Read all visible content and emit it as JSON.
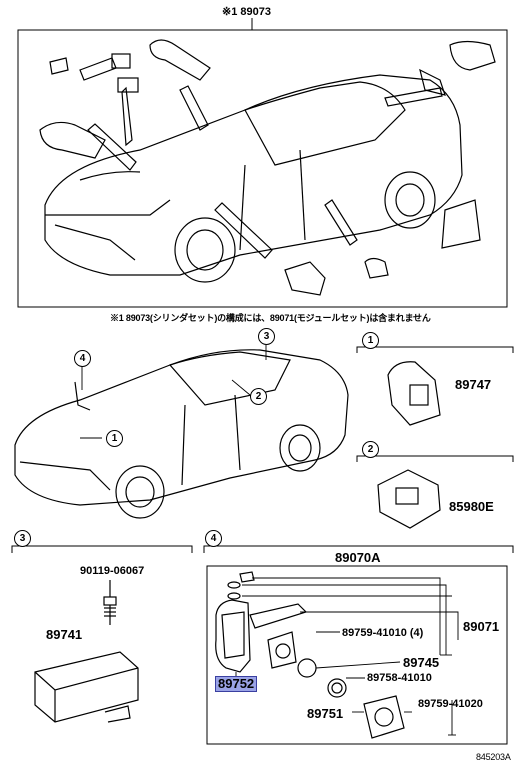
{
  "top_panel": {
    "header": "※1 89073",
    "note": "※1 89073(シリンダセット)の構成には、89071(モジュールセット)は含まれません"
  },
  "callouts": {
    "c1": "1",
    "c2": "2",
    "c3": "3",
    "c4": "4"
  },
  "parts": {
    "p89747": "89747",
    "p85980e": "85980E",
    "p89070a": "89070A",
    "p90119": "90119-06067",
    "p89741": "89741",
    "p89071": "89071",
    "p89759a": "89759-41010 (4)",
    "p89745": "89745",
    "p89752": "89752",
    "p89758": "89758-41010",
    "p89751": "89751",
    "p89759b": "89759-41020"
  },
  "section_labels": {
    "s1": "1",
    "s2": "2",
    "s3": "3",
    "s4": "4"
  },
  "footer": {
    "code": "845203A"
  },
  "colors": {
    "highlight": "#9aa3e6",
    "line": "#000000"
  }
}
